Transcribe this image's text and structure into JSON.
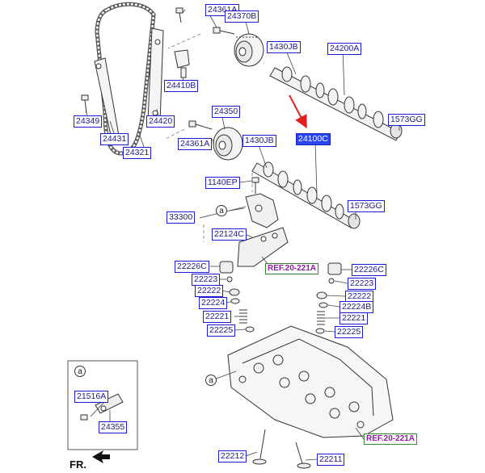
{
  "diagram": {
    "labels": {
      "l_24361a_top": "24361A",
      "l_24370b": "24370B",
      "l_1430jb_top": "1430JB",
      "l_24200a": "24200A",
      "l_24410b": "24410B",
      "l_24349": "24349",
      "l_24431": "24431",
      "l_24321": "24321",
      "l_24420": "24420",
      "l_1573gg_top": "1573GG",
      "l_24350": "24350",
      "l_24361a_mid": "24361A",
      "l_1430jb_mid": "1430JB",
      "l_24100c": "24100C",
      "l_1140ep": "1140EP",
      "l_33300": "33300",
      "l_1573gg_mid": "1573GG",
      "l_22124c": "22124C",
      "l_22226c_left": "22226C",
      "l_22226c_right": "22226C",
      "l_22223_left": "22223",
      "l_22223_right": "22223",
      "l_22222_left": "22222",
      "l_22222_right": "22222",
      "l_22224_left": "22224",
      "l_22224b": "22224B",
      "l_22221_left": "22221",
      "l_22221_right": "22221",
      "l_22225_left": "22225",
      "l_22225_right": "22225",
      "l_21516a": "21516A",
      "l_24355": "24355",
      "l_22212": "22212",
      "l_22211": "22211"
    },
    "refs": {
      "ref_top": "REF.20-221A",
      "ref_bottom": "REF.20-221A"
    },
    "callouts": {
      "a1": "a",
      "a2": "a",
      "a3": "a"
    },
    "direction_label": "FR.",
    "colors": {
      "label_border": "#1b1bd6",
      "label_highlight": "#2a46f0",
      "ref_border": "#2e8a2e",
      "ref_text": "#8a1f9c",
      "pointer_arrow": "#e02020"
    },
    "icons": {
      "pointer": "red-arrow-icon",
      "front": "front-direction-arrow-icon"
    }
  }
}
